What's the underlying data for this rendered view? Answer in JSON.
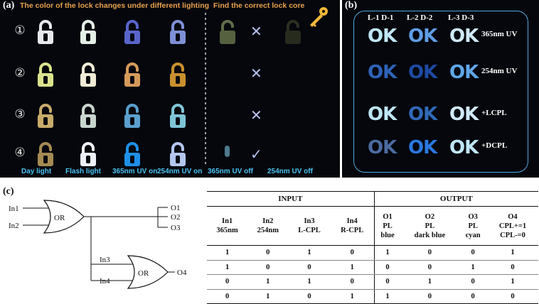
{
  "panel_a": {
    "label": "(a)",
    "title_left": "The color of the lock changes under different lighting",
    "title_right": "Find the correct lock core",
    "row_labels": [
      "①",
      "②",
      "③",
      "④"
    ],
    "bottom_labels": [
      "Day light",
      "Flash light",
      "365nm UV on",
      "254nm UV on",
      "365nm UV off",
      "254nm UV off"
    ],
    "key_icon": "key-icon",
    "result_marks": [
      "✕",
      "✕",
      "✕",
      "✓"
    ],
    "colors": {
      "title": "#e9a24e",
      "caption": "#4cc3f2"
    }
  },
  "panel_b": {
    "label": "(b)",
    "column_headers": [
      "L-1 D-1",
      "L-2  D-2",
      "L-3 D-3"
    ],
    "ok_text": "OK",
    "row_conditions": [
      "365nm UV",
      "254nm UV",
      "+LCPL",
      "+DCPL"
    ],
    "colors": {
      "frame": "#4fa8dd"
    }
  },
  "panel_c": {
    "label": "(c)",
    "logic": {
      "inputs": [
        "In1",
        "In2",
        "In3",
        "In4"
      ],
      "outputs": [
        "O1",
        "O2",
        "O3",
        "O4"
      ],
      "gate_label": "OR"
    },
    "table": {
      "group_headers": [
        "INPUT",
        "OUTPUT"
      ],
      "columns": [
        [
          "In1",
          "365nm"
        ],
        [
          "In2",
          "254nm"
        ],
        [
          "In3",
          "L-CPL"
        ],
        [
          "In4",
          "R-CPL"
        ],
        [
          "O1",
          "PL",
          "blue"
        ],
        [
          "O2",
          "PL",
          "dark blue"
        ],
        [
          "O3",
          "PL",
          "cyan"
        ],
        [
          "O4",
          "CPL+=1",
          "CPL-=0"
        ]
      ],
      "rows": [
        [
          "1",
          "0",
          "1",
          "0",
          "1",
          "0",
          "0",
          "1"
        ],
        [
          "1",
          "0",
          "0",
          "1",
          "0",
          "0",
          "1",
          "0"
        ],
        [
          "0",
          "1",
          "1",
          "0",
          "0",
          "1",
          "0",
          "1"
        ],
        [
          "0",
          "1",
          "0",
          "1",
          "1",
          "0",
          "0",
          "0"
        ]
      ]
    }
  }
}
